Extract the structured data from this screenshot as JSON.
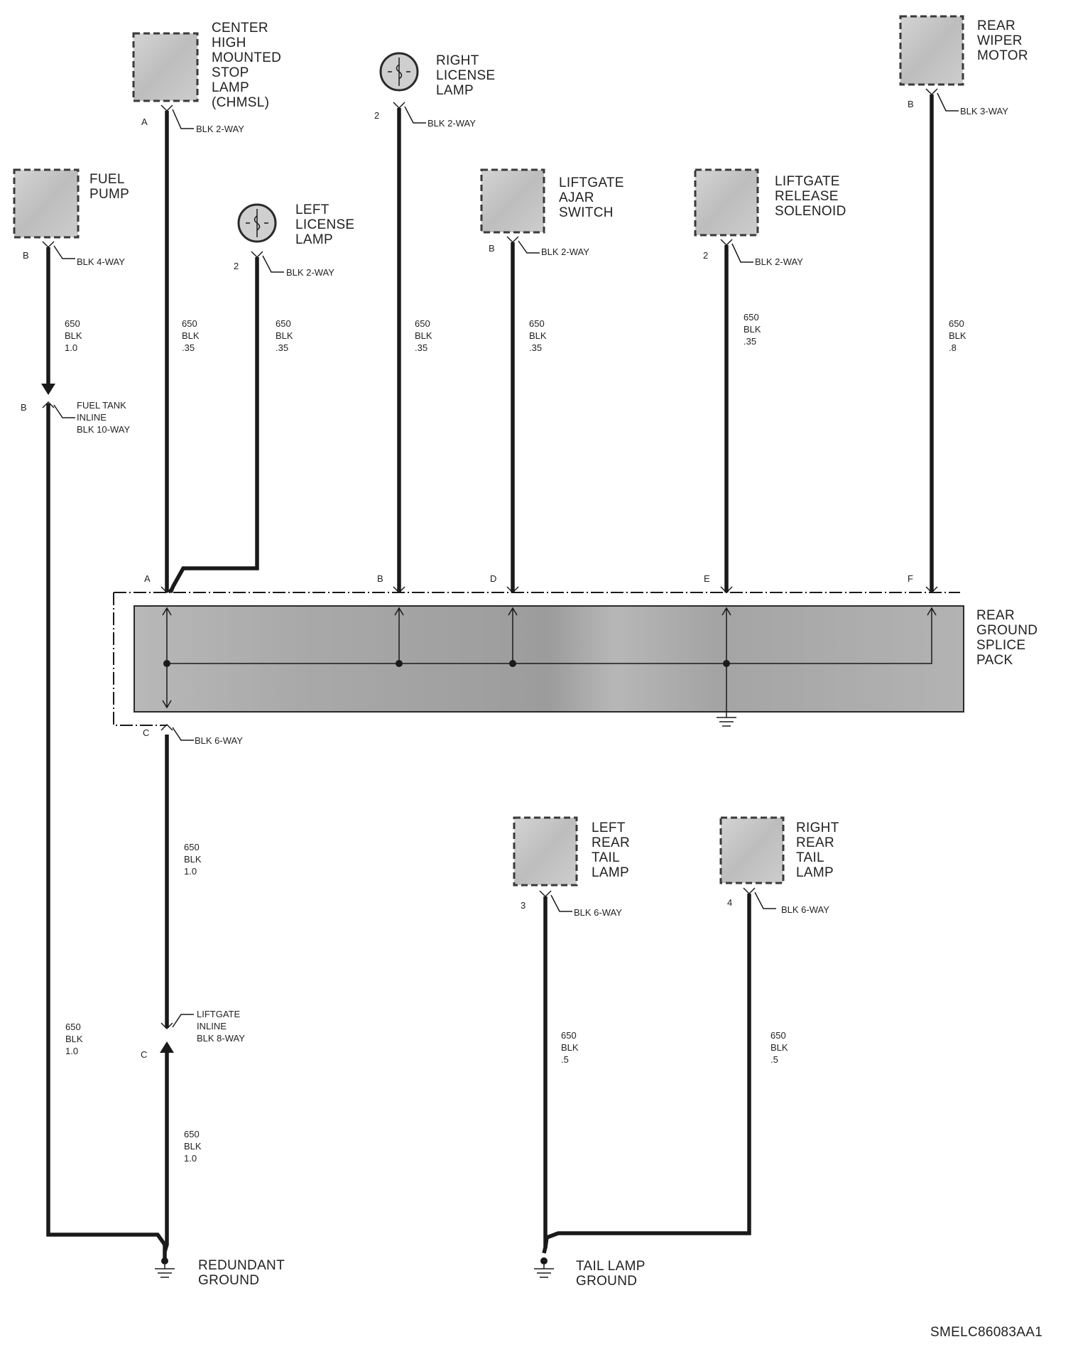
{
  "components": {
    "chmsl": [
      "CENTER",
      "HIGH",
      "MOUNTED",
      "STOP",
      "LAMP",
      "(CHMSL)"
    ],
    "fuel_pump": [
      "FUEL",
      "PUMP"
    ],
    "left_license": [
      "LEFT",
      "LICENSE",
      "LAMP"
    ],
    "right_license": [
      "RIGHT",
      "LICENSE",
      "LAMP"
    ],
    "liftgate_ajar": [
      "LIFTGATE",
      "AJAR",
      "SWITCH"
    ],
    "liftgate_release": [
      "LIFTGATE",
      "RELEASE",
      "SOLENOID"
    ],
    "rear_wiper": [
      "REAR",
      "WIPER",
      "MOTOR"
    ],
    "splice_pack": [
      "REAR",
      "GROUND",
      "SPLICE",
      "PACK"
    ],
    "left_tail": [
      "LEFT",
      "REAR",
      "TAIL",
      "LAMP"
    ],
    "right_tail": [
      "RIGHT",
      "REAR",
      "TAIL",
      "LAMP"
    ],
    "redundant_ground": [
      "REDUNDANT",
      "GROUND"
    ],
    "tail_lamp_ground": [
      "TAIL LAMP",
      "GROUND"
    ]
  },
  "connectors": {
    "fuel_pump": "BLK 4-WAY",
    "chmsl": "BLK 2-WAY",
    "left_license": "BLK 2-WAY",
    "right_license": "BLK 2-WAY",
    "liftgate_ajar": "BLK 2-WAY",
    "liftgate_release": "BLK 2-WAY",
    "rear_wiper": "BLK 3-WAY",
    "fuel_tank_inline": [
      "FUEL TANK",
      "INLINE",
      "BLK 10-WAY"
    ],
    "splice_out": "BLK 6-WAY",
    "liftgate_inline": [
      "LIFTGATE",
      "INLINE",
      "BLK 8-WAY"
    ],
    "left_tail": "BLK 6-WAY",
    "right_tail": "BLK 6-WAY"
  },
  "pins": {
    "fuel_pump": "B",
    "chmsl": "A",
    "left_license": "2",
    "right_license": "2",
    "liftgate_ajar": "B",
    "liftgate_release": "2",
    "rear_wiper": "B",
    "fuel_tank_inline": "B",
    "splice_a": "A",
    "splice_b": "B",
    "splice_d": "D",
    "splice_e": "E",
    "splice_f": "F",
    "splice_out": "C",
    "liftgate_inline": "C",
    "left_tail": "3",
    "right_tail": "4"
  },
  "wires": {
    "fuel_pump": [
      "650",
      "BLK",
      "1.0"
    ],
    "chmsl": [
      "650",
      "BLK",
      ".35"
    ],
    "left_license": [
      "650",
      "BLK",
      ".35"
    ],
    "right_license": [
      "650",
      "BLK",
      ".35"
    ],
    "liftgate_ajar": [
      "650",
      "BLK",
      ".35"
    ],
    "liftgate_release": [
      "650",
      "BLK",
      ".35"
    ],
    "rear_wiper": [
      "650",
      "BLK",
      ".8"
    ],
    "splice_out": [
      "650",
      "BLK",
      "1.0"
    ],
    "liftgate_lower": [
      "650",
      "BLK",
      "1.0"
    ],
    "fuel_tank_lower": [
      "650",
      "BLK",
      "1.0"
    ],
    "left_tail": [
      "650",
      "BLK",
      ".5"
    ],
    "right_tail": [
      "650",
      "BLK",
      ".5"
    ]
  },
  "figure_id": "SMELC86083AA1",
  "colors": {
    "wire": "#1a1a1a",
    "component_fill": "#c8c8c8",
    "splice_fill": "#b5b5b5"
  }
}
